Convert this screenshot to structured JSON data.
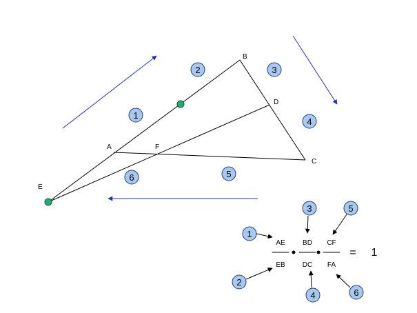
{
  "colors": {
    "line": "#000000",
    "arrow": "#1f2fd0",
    "badge_fill": "#a9c8ee",
    "badge_stroke": "#1b3f8a",
    "point_fill": "#1fae6e",
    "point_stroke": "#0c5a36"
  },
  "points": {
    "A": "A",
    "B": "B",
    "C": "C",
    "D": "D",
    "E": "E",
    "F": "F"
  },
  "regions": [
    "1",
    "2",
    "3",
    "4",
    "5",
    "6"
  ],
  "formula": {
    "numerators": [
      "AE",
      "BD",
      "CF"
    ],
    "denominators": [
      "EB",
      "DC",
      "FA"
    ],
    "equals": "=",
    "result": "1",
    "badges": [
      "1",
      "2",
      "3",
      "4",
      "5",
      "6"
    ]
  }
}
